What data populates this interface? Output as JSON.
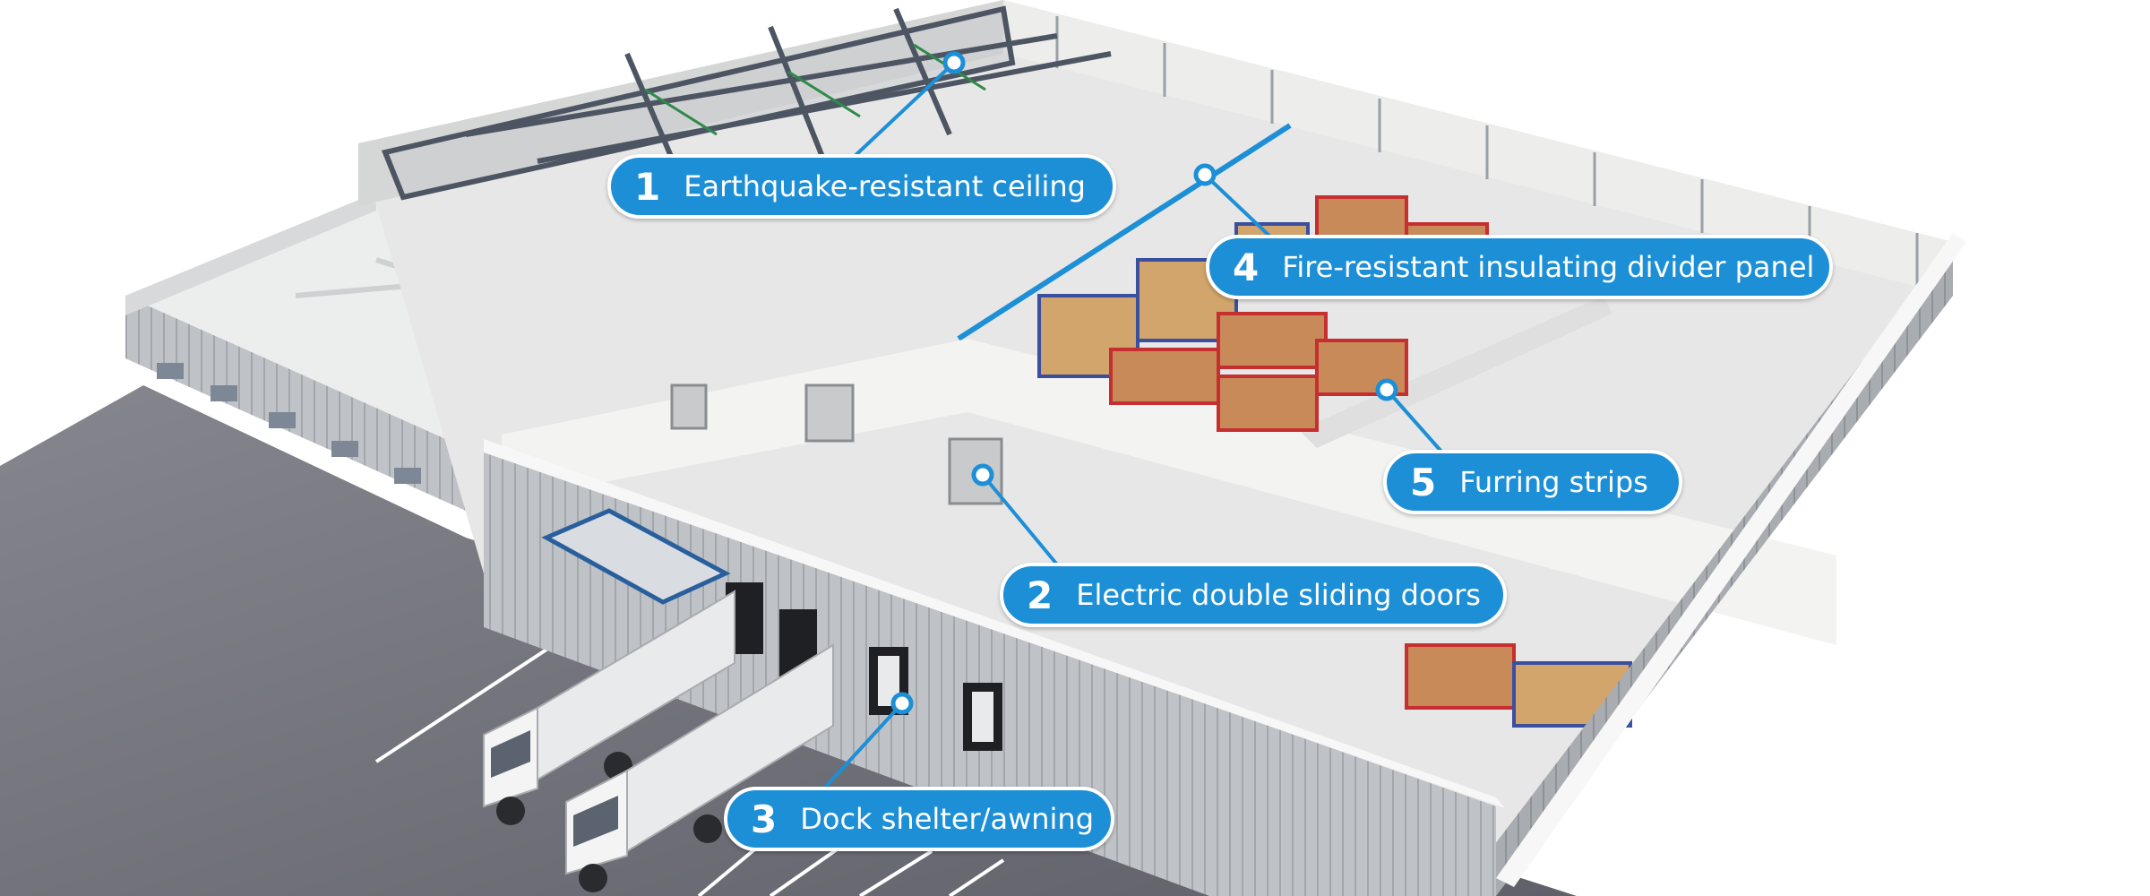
{
  "callouts": [
    {
      "number": "1",
      "label": "Earthquake-resistant ceiling"
    },
    {
      "number": "2",
      "label": "Electric double sliding doors"
    },
    {
      "number": "3",
      "label": "Dock shelter/awning"
    },
    {
      "number": "4",
      "label": "Fire-resistant insulating divider panel"
    },
    {
      "number": "5",
      "label": "Furring strips"
    }
  ],
  "colors": {
    "callout_fill": "#1d8fd6",
    "callout_text": "#ffffff",
    "wall": "#b9bcc0",
    "floor": "#e4e5e4",
    "ground": "#6e6f78"
  }
}
